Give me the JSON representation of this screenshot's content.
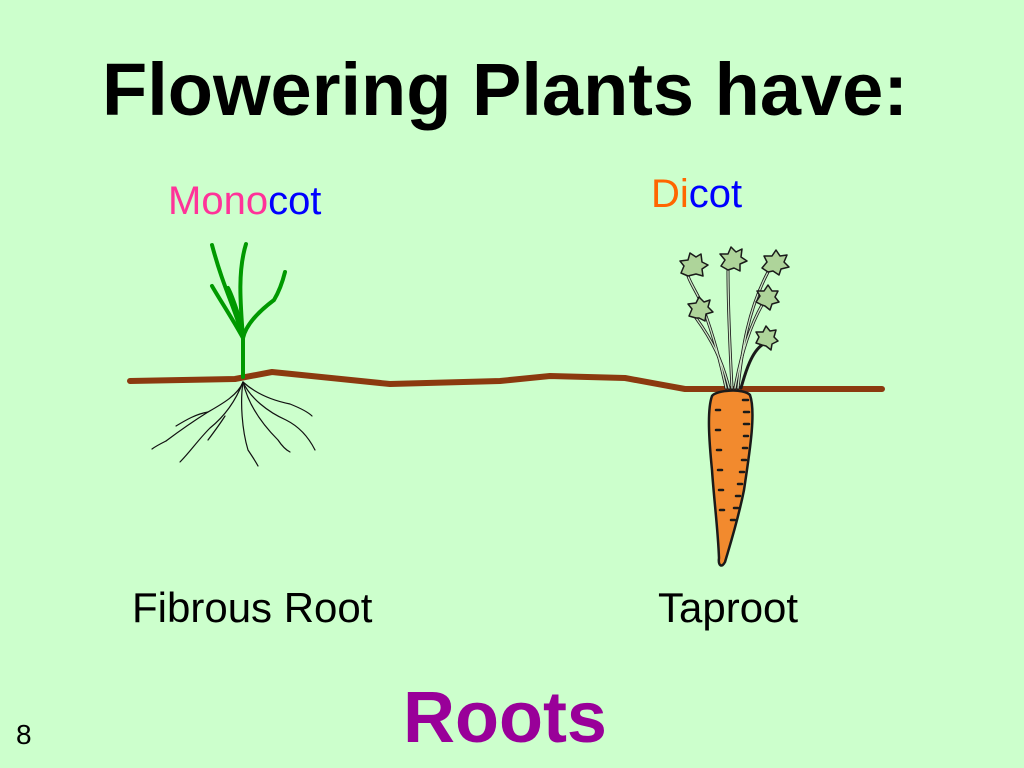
{
  "slide": {
    "title": "Flowering Plants have:",
    "monocot": {
      "prefix": "Mono",
      "suffix": "cot"
    },
    "dicot": {
      "prefix": "Di",
      "suffix": "cot"
    },
    "fibrous_label": "Fibrous Root",
    "taproot_label": "Taproot",
    "roots_label": "Roots",
    "page_number": "8"
  },
  "colors": {
    "background": "#ccffcc",
    "mono_prefix": "#ff3399",
    "dicot_prefix": "#ff6600",
    "cot": "#0000ff",
    "roots": "#990099",
    "soil_line": "#8b3a0f",
    "stem": "#009900",
    "carrot": "#f28a2e"
  }
}
